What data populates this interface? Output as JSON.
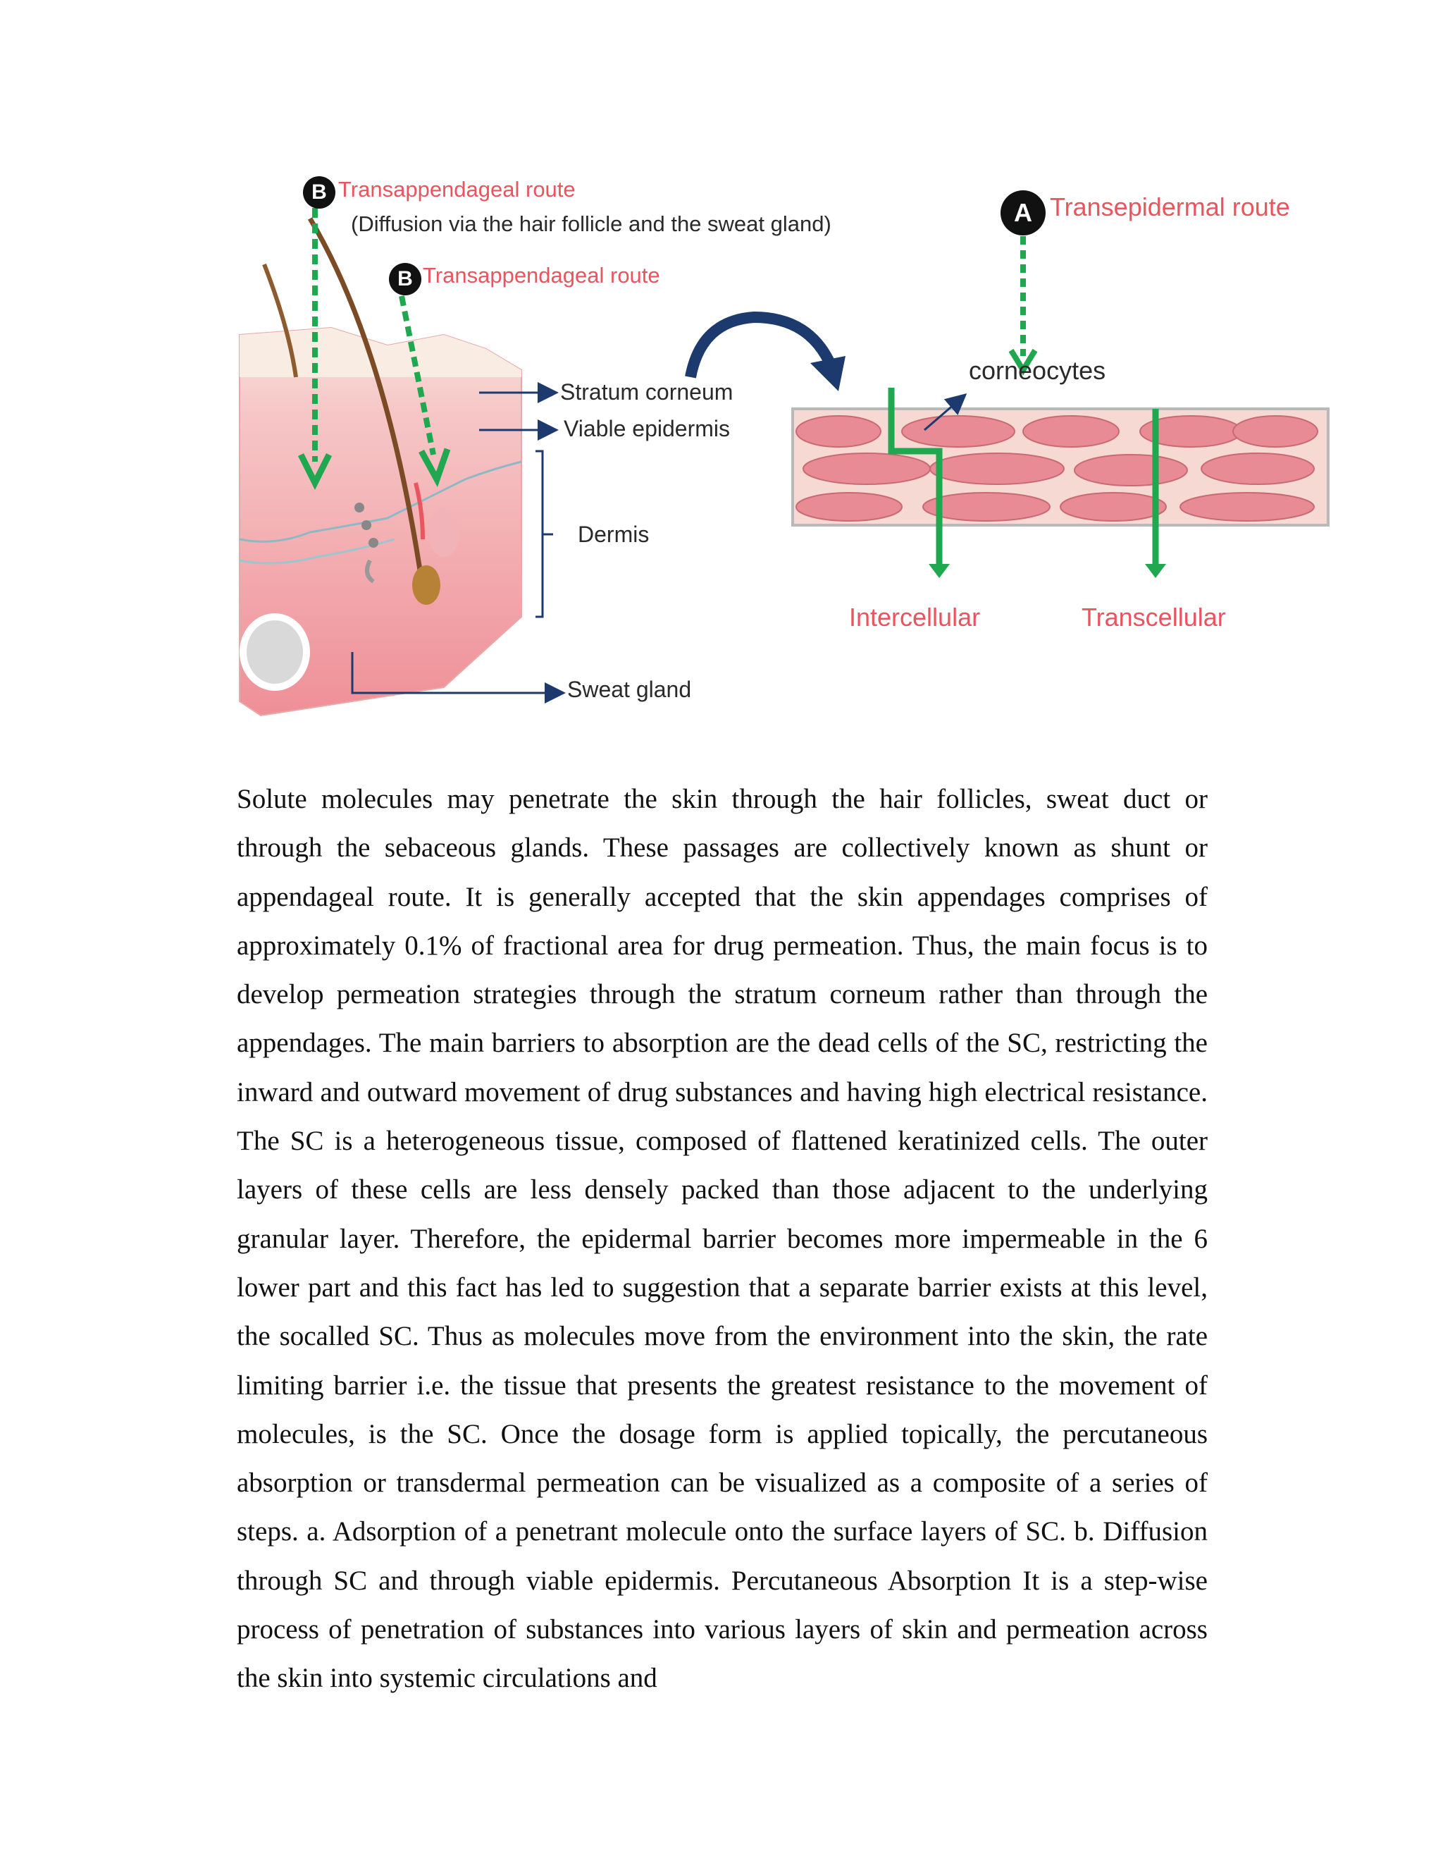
{
  "figure": {
    "badge_b": "B",
    "badge_a": "A",
    "route_b_outer": "Transappendageal route",
    "route_b_outer_desc": "(Diffusion via the hair follicle and the sweat gland)",
    "route_b_inner": "Transappendageal route",
    "route_a": "Transepidermal route",
    "stratum_corneum": "Stratum corneum",
    "viable_epidermis": "Viable epidermis",
    "dermis": "Dermis",
    "sweat_gland": "Sweat gland",
    "corneocytes": "corneocytes",
    "intercellular": "Intercellular",
    "transcellular": "Transcellular"
  },
  "body": {
    "paragraph": "Solute molecules may penetrate the skin through the hair follicles, sweat duct or through the sebaceous glands. These passages are collectively known as shunt or appendageal route. It is generally accepted that the skin appendages comprises of approximately 0.1% of fractional area for drug permeation. Thus, the main focus is to develop permeation strategies through the stratum corneum rather than through the appendages. The main barriers to absorption are the dead cells of the SC, restricting the inward and outward movement of drug substances and having high electrical resistance. The SC is a heterogeneous tissue, composed of flattened keratinized cells. The outer layers of these cells are less densely packed than those adjacent to the underlying granular layer. Therefore, the epidermal barrier becomes more impermeable in the 6 lower part and this fact has led to suggestion that a separate barrier exists at this level, the socalled SC. Thus as molecules move from the environment into the skin, the rate limiting barrier i.e. the tissue that presents the greatest resistance to the movement of molecules, is the SC. Once the dosage form is applied topically, the percutaneous absorption or transdermal permeation can be visualized as a composite of a series of steps. a. Adsorption of a penetrant molecule onto the surface layers of SC. b. Diffusion through SC and through viable epidermis. Percutaneous Absorption It is a step-wise process of penetration of substances into various layers of skin and permeation across the skin into systemic circulations and"
  },
  "colors": {
    "route_label": "#e8555f",
    "arrow_green": "#1fa84f",
    "arrow_navy": "#1c3a6e",
    "skin_pink": "#f3a9ae",
    "cell_pink": "#e98b95"
  }
}
